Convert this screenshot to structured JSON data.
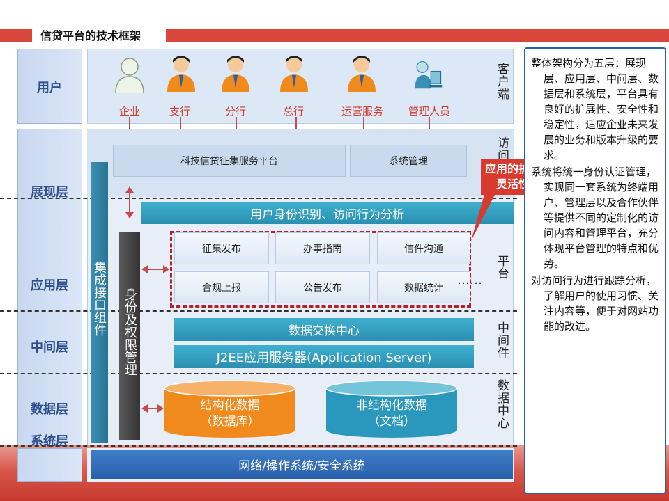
{
  "title": "信贷平台的技术框架",
  "layers": {
    "user": "用户",
    "presentation": "展现层",
    "application": "应用层",
    "middle": "中间层",
    "data": "数据层",
    "system": "系统层"
  },
  "roles": [
    "企业",
    "支行",
    "分行",
    "总行",
    "运营服务",
    "管理人员"
  ],
  "right_labels": {
    "client": "客户端",
    "access": "访问",
    "platform": "平台",
    "middleware": "中间件",
    "datacenter": "数据中心"
  },
  "presentation_boxes": {
    "main": "科技信贷征集服务平台",
    "admin": "系统管理"
  },
  "identity_bar": "用户身份识别、访问行为分析",
  "functions": [
    "征集发布",
    "办事指南",
    "信件沟通",
    "合规上报",
    "公告发布",
    "数据统计"
  ],
  "ellipsis": "……",
  "integration_bar": "集成接口组件",
  "auth_bar": "身份及权限管理",
  "middleware_bars": {
    "exchange": "数据交换中心",
    "j2ee": "J2EE应用服务器(Application Server)"
  },
  "cylinders": {
    "structured_title": "结构化数据",
    "structured_sub": "（数据库）",
    "unstructured_title": "非结构化数据",
    "unstructured_sub": "（文档）"
  },
  "system_bar": "网络/操作系统/安全系统",
  "callout": "应用的扩展灵活性",
  "description": [
    "整体架构分为五层：展现层、应用层、中间层、数据层和系统层，平台具有良好的扩展性、安全性和稳定性，适应企业未来发展的业务和版本升级的要求。",
    "系统将统一身份认证管理，实现同一套系统为终端用户、管理层以及合作伙伴等提供不同的定制化的访问内容和管理平台，充分体现平台管理的特点和优势。",
    "对访问行为进行跟踪分析，了解用户的使用习惯、关注内容等，便于对网站功能的改进。"
  ],
  "colors": {
    "accent_red": "#d9473c",
    "teal": "#2a8fb0",
    "orange": "#f08a1c",
    "layer_blue": "#2f4f8f"
  }
}
